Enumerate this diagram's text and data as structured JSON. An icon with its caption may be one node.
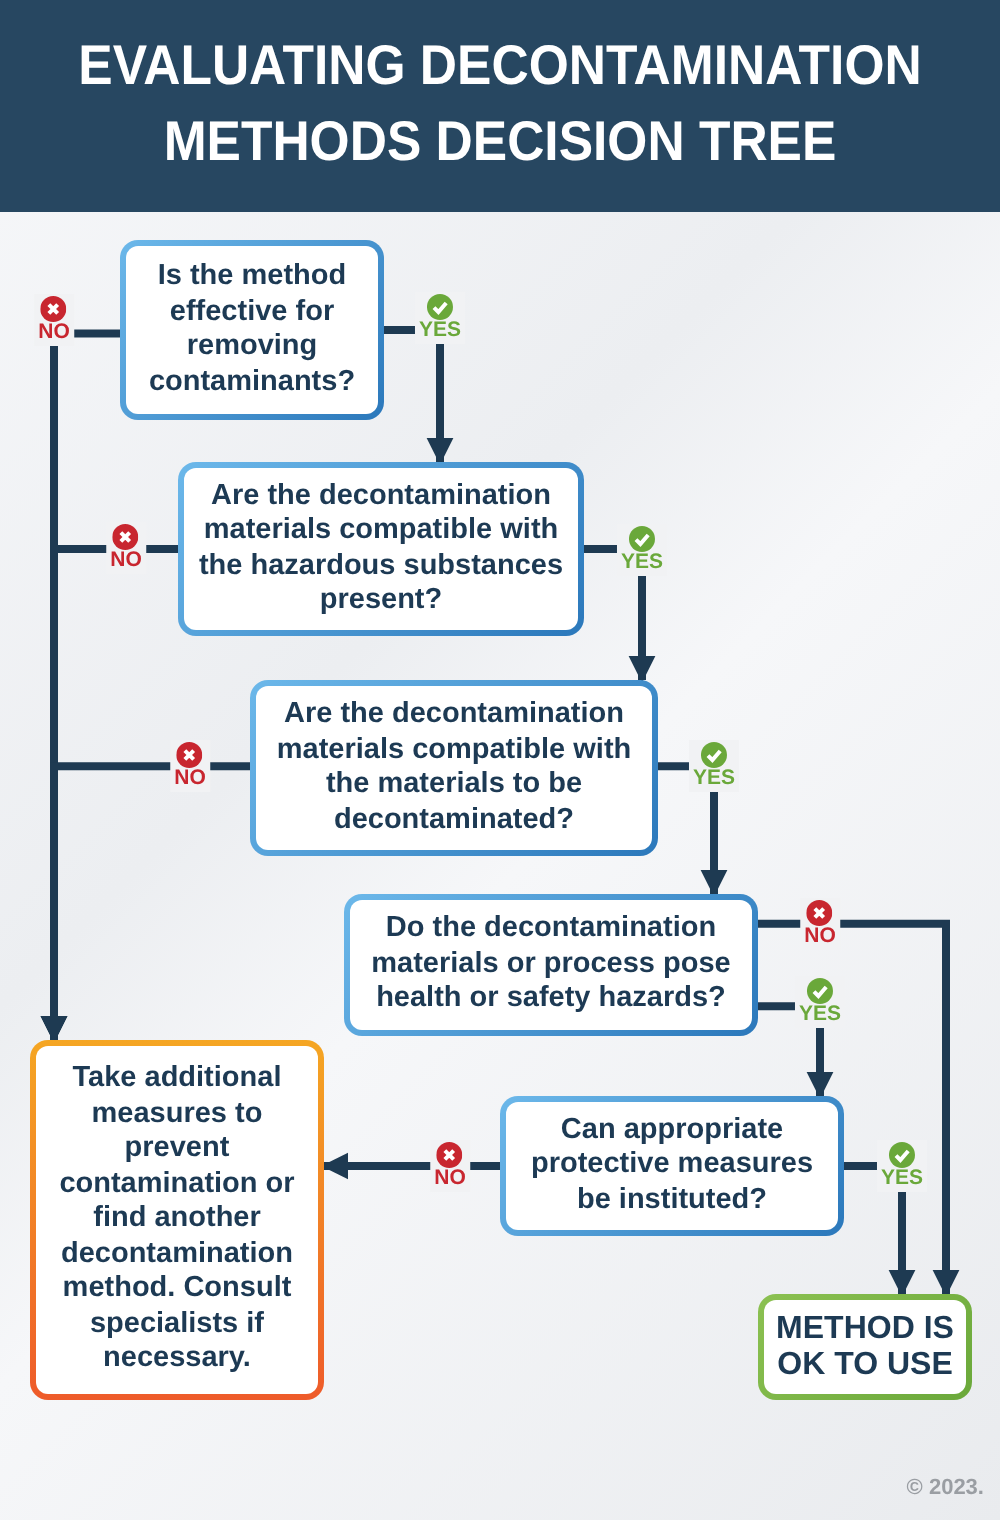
{
  "diagram": {
    "title": "EVALUATING DECONTAMINATION METHODS DECISION TREE",
    "nodes": [
      {
        "text": [
          "Is the method effective for removing contaminants?"
        ]
      },
      {
        "text": [
          "Are the decontamination materials compatible with the hazardous substances present?"
        ]
      },
      {
        "text": [
          "Are the decontamination materials compatible with the materials to be decontaminated?"
        ]
      },
      {
        "text": [
          "Do the decontamination materials or process pose health or safety hazards?"
        ]
      },
      {
        "text": [
          "Can appropriate protective measures be instituted?"
        ]
      },
      {
        "text": [
          "Take additional measures to prevent contamination or find another decontamination method. Consult specialists if necessary."
        ]
      },
      {
        "text": [
          "METHOD IS OK TO USE"
        ]
      }
    ],
    "edges": [
      {
        "from": 0,
        "to": 1,
        "arrow": "to",
        "label": "YES"
      },
      {
        "from": 0,
        "to": 5,
        "arrow": "to",
        "label": "NO"
      },
      {
        "from": 1,
        "to": 5,
        "arrow": "to",
        "label": "NO"
      },
      {
        "from": 1,
        "to": 2,
        "arrow": "to",
        "label": "YES"
      },
      {
        "from": 2,
        "to": 5,
        "arrow": "to",
        "label": "NO"
      },
      {
        "from": 2,
        "to": 3,
        "arrow": "to",
        "label": "YES"
      },
      {
        "from": 3,
        "to": 6,
        "arrow": "to",
        "label": "NO"
      },
      {
        "from": 3,
        "to": 4,
        "arrow": "to",
        "label": "YES"
      },
      {
        "from": 4,
        "to": 5,
        "arrow": "to",
        "label": "NO"
      },
      {
        "from": 4,
        "to": 6,
        "arrow": "to",
        "label": "YES"
      }
    ],
    "labels": [
      "© 2023."
    ]
  }
}
